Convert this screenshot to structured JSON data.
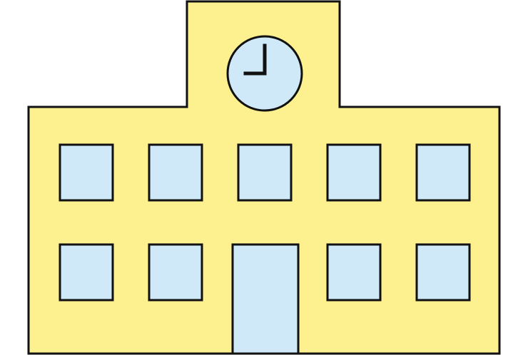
{
  "illustration": {
    "subject": "school-building-icon",
    "colors": {
      "background": "#ffffff",
      "wall": "#fdf08f",
      "glass": "#cfe9f8",
      "outline": "#111111",
      "clock_hands": "#111111"
    },
    "clock": {
      "hour": 9,
      "minute": 0
    },
    "windows": {
      "upper_row_count": 5,
      "lower_row_count": 4
    },
    "door": {
      "present": true
    }
  }
}
